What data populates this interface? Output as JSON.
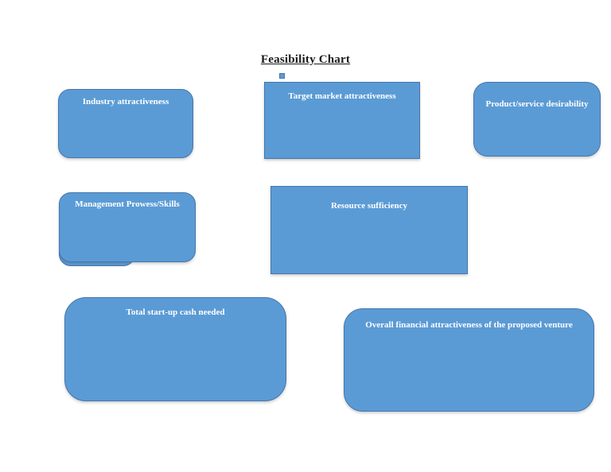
{
  "document": {
    "title": "Feasibility Chart"
  },
  "colors": {
    "shape_fill": "#5B9BD5",
    "shape_border": "#4576AD",
    "label_text": "#FFFFFF",
    "title_text": "#1A1A1A",
    "page_background": "#FFFFFF"
  },
  "shapes": [
    {
      "label": "Industry attractiveness",
      "type": "rounded-rectangle"
    },
    {
      "label": "Target market attractiveness",
      "type": "rectangle"
    },
    {
      "label": "Product/service desirability",
      "type": "rounded-rectangle"
    },
    {
      "label": "Management Prowess/Skills",
      "type": "rounded-rectangle"
    },
    {
      "label": "Resource sufficiency",
      "type": "rectangle"
    },
    {
      "label": "Total start-up cash needed",
      "type": "rounded-rectangle"
    },
    {
      "label": "Overall financial attractiveness of the proposed venture",
      "type": "rounded-rectangle"
    }
  ]
}
